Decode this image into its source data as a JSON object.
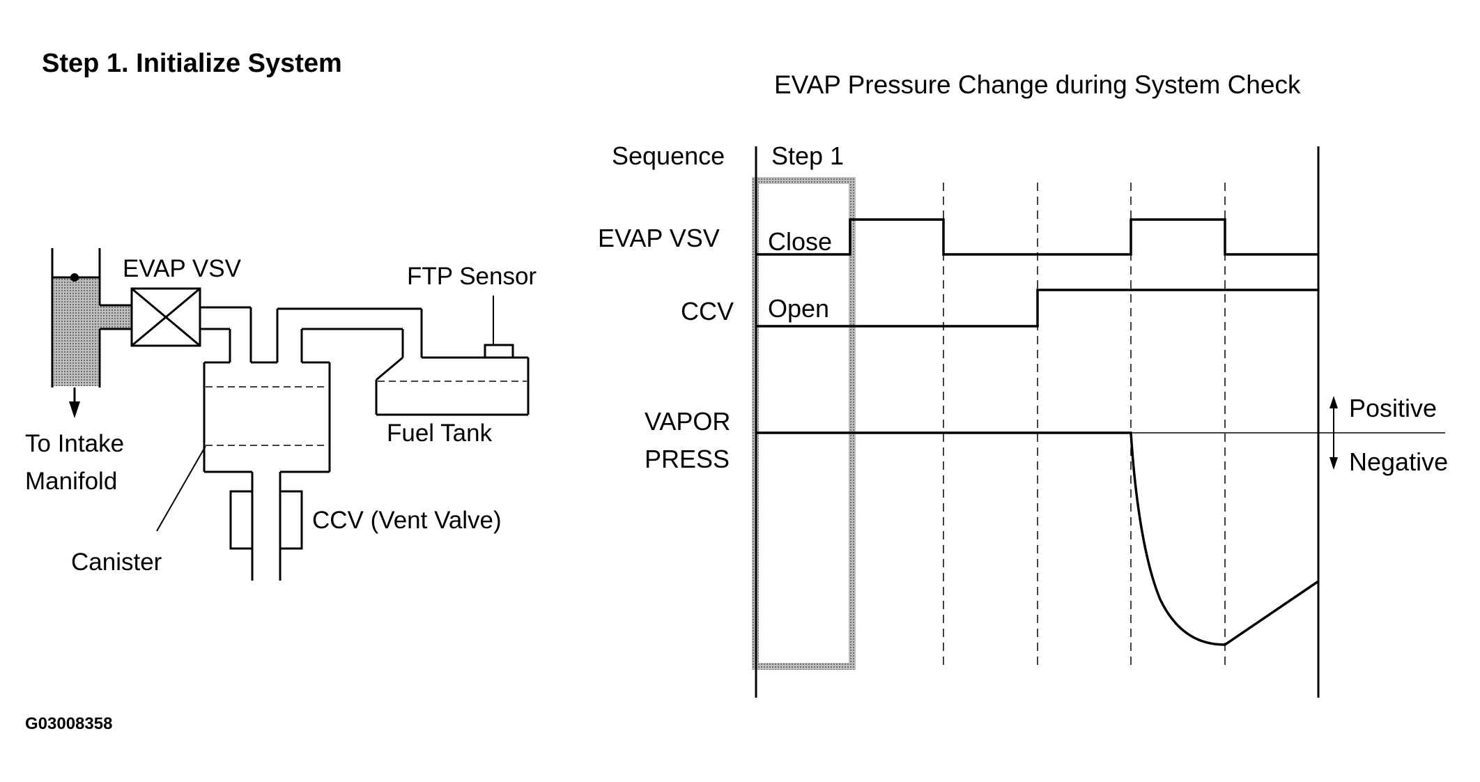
{
  "page": {
    "step_title": "Step 1. Initialize System",
    "figure_code": "G03008358"
  },
  "schematic": {
    "evap_vsv_label": "EVAP VSV",
    "ftp_sensor_label": "FTP Sensor",
    "fuel_tank_label": "Fuel Tank",
    "to_intake_line1": "To Intake",
    "to_intake_line2": "Manifold",
    "canister_label": "Canister",
    "ccv_label": "CCV (Vent Valve)"
  },
  "timing_chart": {
    "title": "EVAP Pressure Change during System Check",
    "sequence_label": "Sequence",
    "step_label": "Step 1",
    "rows": {
      "evap_vsv": {
        "label": "EVAP VSV",
        "state_text": "Close"
      },
      "ccv": {
        "label": "CCV",
        "state_text": "Open"
      },
      "vapor_press": {
        "label_line1": "VAPOR",
        "label_line2": "PRESS"
      }
    },
    "pressure_axis": {
      "positive": "Positive",
      "negative": "Negative"
    },
    "highlight": "Step 1"
  },
  "colors": {
    "ink": "#000000",
    "shade": "#a8a8a8",
    "background": "#ffffff"
  }
}
